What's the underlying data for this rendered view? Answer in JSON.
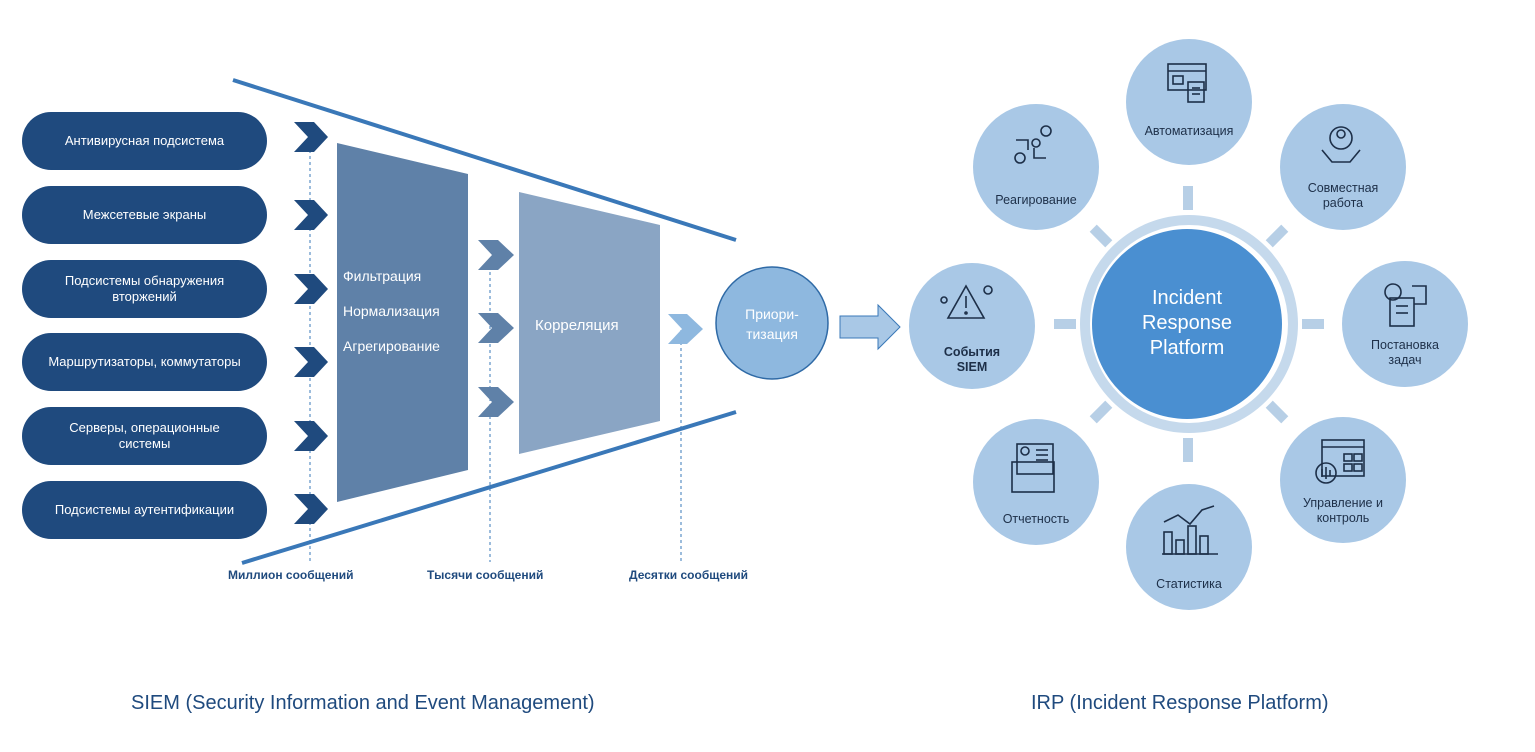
{
  "siem": {
    "sources": [
      "Антивирусная подсистема",
      "Межсетевые экраны",
      "Подсистемы обнаружения\nвторжений",
      "Маршрутизаторы, коммутаторы",
      "Серверы, операционные\nсистемы",
      "Подсистемы аутентификации"
    ],
    "stage1": [
      "Фильтрация",
      "Нормализация",
      "Агрегирование"
    ],
    "stage2": "Корреляция",
    "prioritization": "Приори-\nтизация",
    "counts": [
      "Миллион сообщений",
      "Тысячи сообщений",
      "Десятки сообщений"
    ],
    "caption": "SIEM (Security Information and Event Management)"
  },
  "irp": {
    "center": "Incident\nResponse\nPlatform",
    "input_node": "События\nSIEM",
    "nodes": {
      "automation": "Автоматизация",
      "response": "Реагирование",
      "collaboration": "Совместная\nработа",
      "tasking": "Постановка\nзадач",
      "management": "Управление и\nконтроль",
      "statistics": "Статистика",
      "reporting": "Отчетность"
    },
    "caption": "IRP (Incident Response Platform)"
  },
  "colors": {
    "dark_blue": "#1f4a7e",
    "mid_blue": "#5f81a8",
    "light_blue": "#8aa5c4",
    "circle_blue": "#a9c8e6",
    "center_blue": "#4a8fd1",
    "line_blue": "#3a78b8"
  }
}
